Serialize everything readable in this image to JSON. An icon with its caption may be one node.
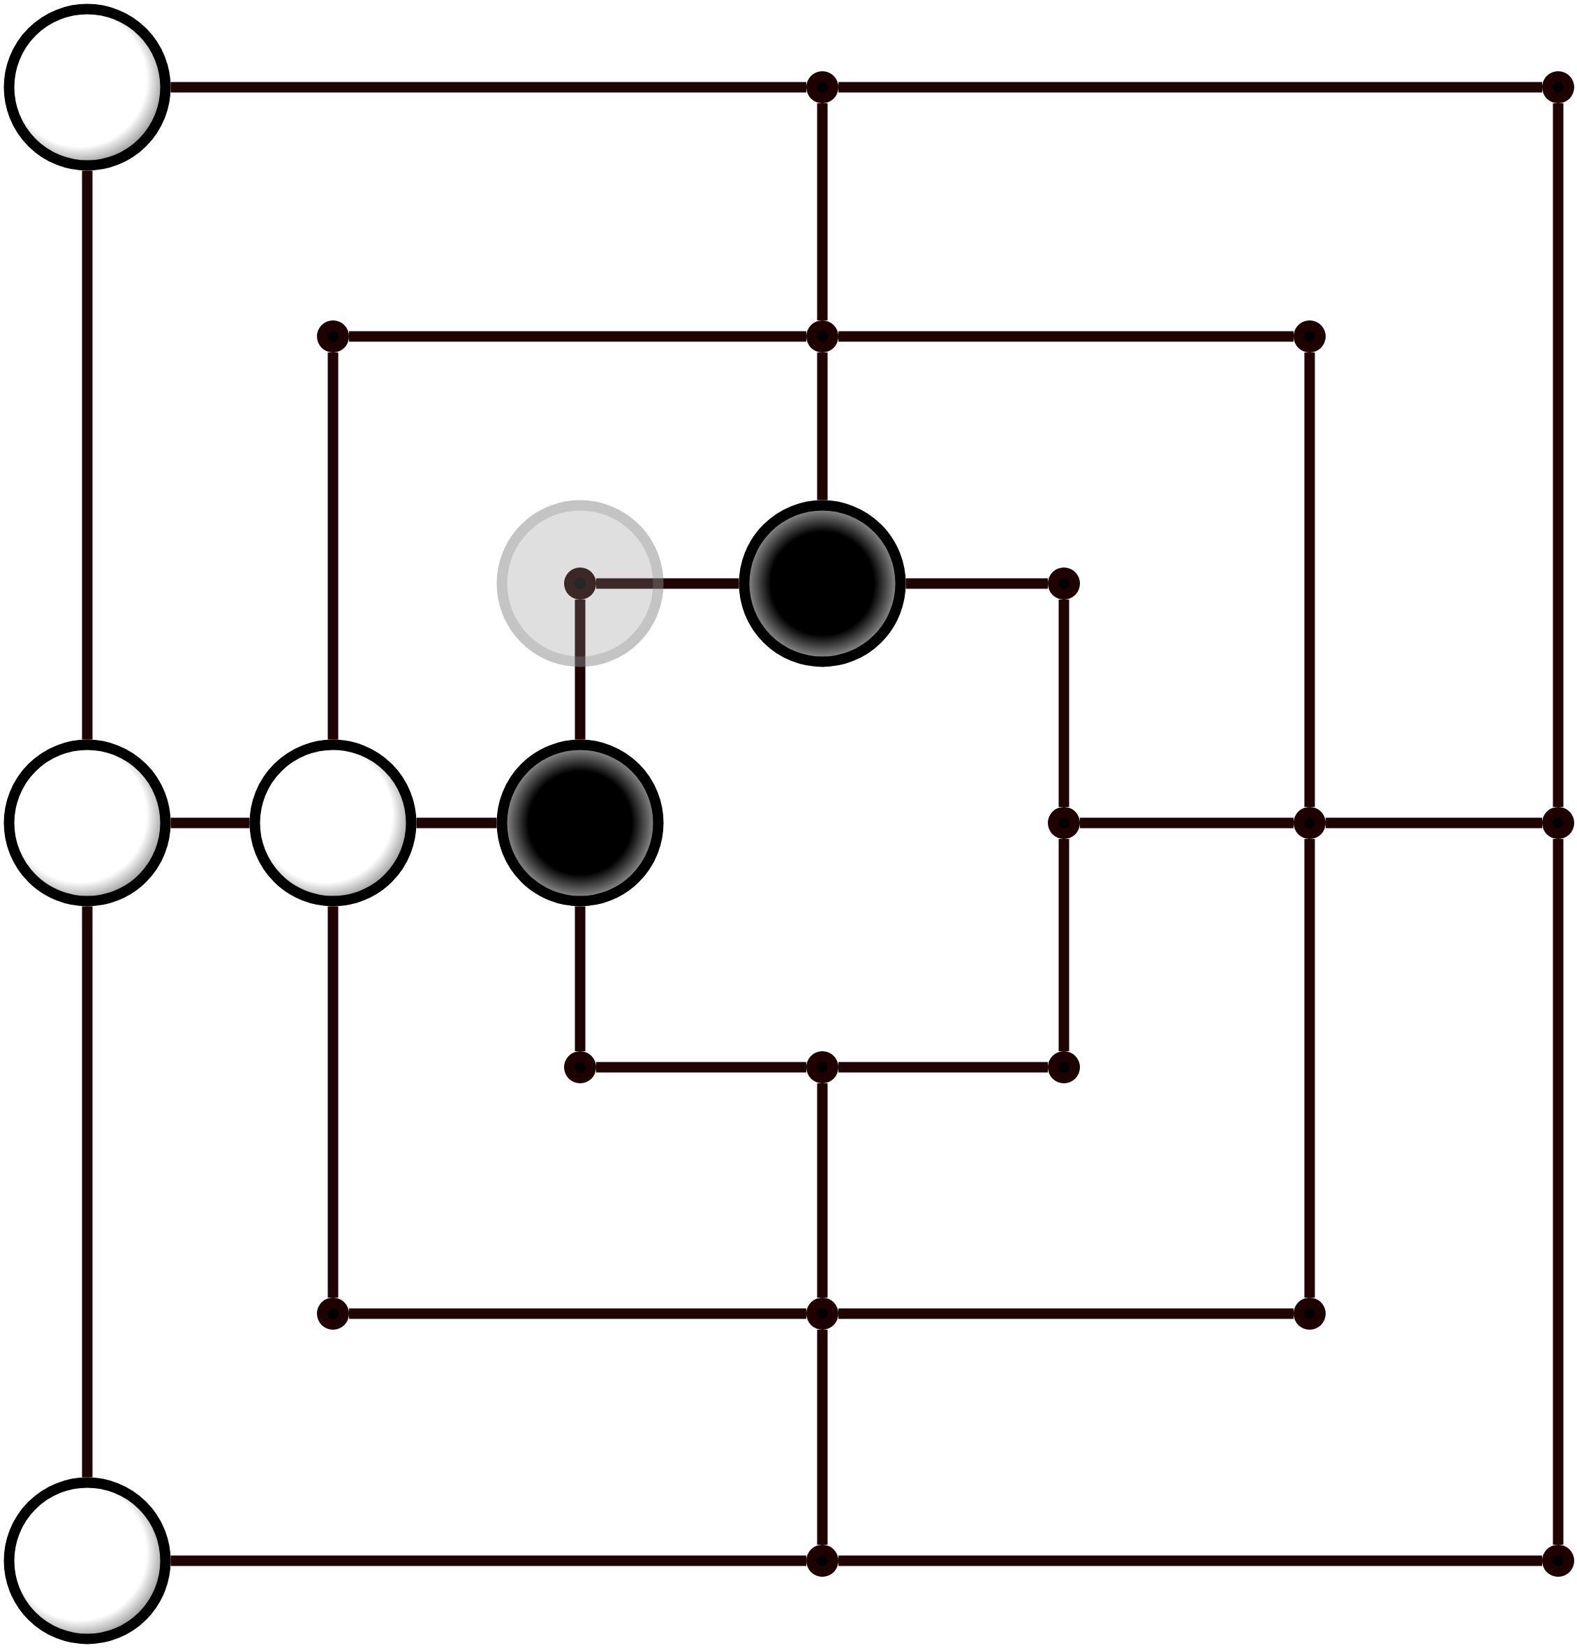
{
  "diagram": {
    "nodes": [
      {
        "text": [],
        "shape": "circle"
      },
      {
        "text": [],
        "shape": "dot"
      },
      {
        "text": [],
        "shape": "dot"
      },
      {
        "text": [],
        "shape": "dot"
      },
      {
        "text": [],
        "shape": "dot"
      },
      {
        "text": [],
        "shape": "dot"
      },
      {
        "text": [],
        "shape": "dot"
      },
      {
        "text": [],
        "shape": "circle"
      },
      {
        "text": [],
        "shape": "dot"
      },
      {
        "text": [],
        "shape": "circle"
      },
      {
        "text": [],
        "shape": "circle"
      },
      {
        "text": [],
        "shape": "circle"
      },
      {
        "text": [],
        "shape": "dot"
      },
      {
        "text": [],
        "shape": "dot"
      },
      {
        "text": [],
        "shape": "dot"
      },
      {
        "text": [],
        "shape": "dot"
      },
      {
        "text": [],
        "shape": "dot"
      },
      {
        "text": [],
        "shape": "dot"
      },
      {
        "text": [],
        "shape": "dot"
      },
      {
        "text": [],
        "shape": "dot"
      },
      {
        "text": [],
        "shape": "dot"
      },
      {
        "text": [],
        "shape": "circle"
      },
      {
        "text": [],
        "shape": "dot"
      },
      {
        "text": [],
        "shape": "dot"
      }
    ],
    "edges": [
      {
        "from": 0,
        "to": 1,
        "arrow": "none"
      },
      {
        "from": 1,
        "to": 2,
        "arrow": "none"
      },
      {
        "from": 3,
        "to": 4,
        "arrow": "none"
      },
      {
        "from": 4,
        "to": 5,
        "arrow": "none"
      },
      {
        "from": 6,
        "to": 7,
        "arrow": "none"
      },
      {
        "from": 7,
        "to": 8,
        "arrow": "none"
      },
      {
        "from": 9,
        "to": 10,
        "arrow": "none"
      },
      {
        "from": 10,
        "to": 11,
        "arrow": "none"
      },
      {
        "from": 12,
        "to": 13,
        "arrow": "none"
      },
      {
        "from": 13,
        "to": 14,
        "arrow": "none"
      },
      {
        "from": 15,
        "to": 16,
        "arrow": "none"
      },
      {
        "from": 16,
        "to": 17,
        "arrow": "none"
      },
      {
        "from": 18,
        "to": 19,
        "arrow": "none"
      },
      {
        "from": 19,
        "to": 20,
        "arrow": "none"
      },
      {
        "from": 21,
        "to": 22,
        "arrow": "none"
      },
      {
        "from": 22,
        "to": 23,
        "arrow": "none"
      },
      {
        "from": 0,
        "to": 9,
        "arrow": "none"
      },
      {
        "from": 9,
        "to": 21,
        "arrow": "none"
      },
      {
        "from": 3,
        "to": 10,
        "arrow": "none"
      },
      {
        "from": 10,
        "to": 18,
        "arrow": "none"
      },
      {
        "from": 6,
        "to": 11,
        "arrow": "none"
      },
      {
        "from": 11,
        "to": 15,
        "arrow": "none"
      },
      {
        "from": 1,
        "to": 4,
        "arrow": "none"
      },
      {
        "from": 4,
        "to": 7,
        "arrow": "none"
      },
      {
        "from": 16,
        "to": 19,
        "arrow": "none"
      },
      {
        "from": 19,
        "to": 22,
        "arrow": "none"
      },
      {
        "from": 8,
        "to": 12,
        "arrow": "none"
      },
      {
        "from": 12,
        "to": 17,
        "arrow": "none"
      },
      {
        "from": 5,
        "to": 13,
        "arrow": "none"
      },
      {
        "from": 13,
        "to": 20,
        "arrow": "none"
      },
      {
        "from": 2,
        "to": 14,
        "arrow": "none"
      },
      {
        "from": 14,
        "to": 23,
        "arrow": "none"
      }
    ]
  }
}
